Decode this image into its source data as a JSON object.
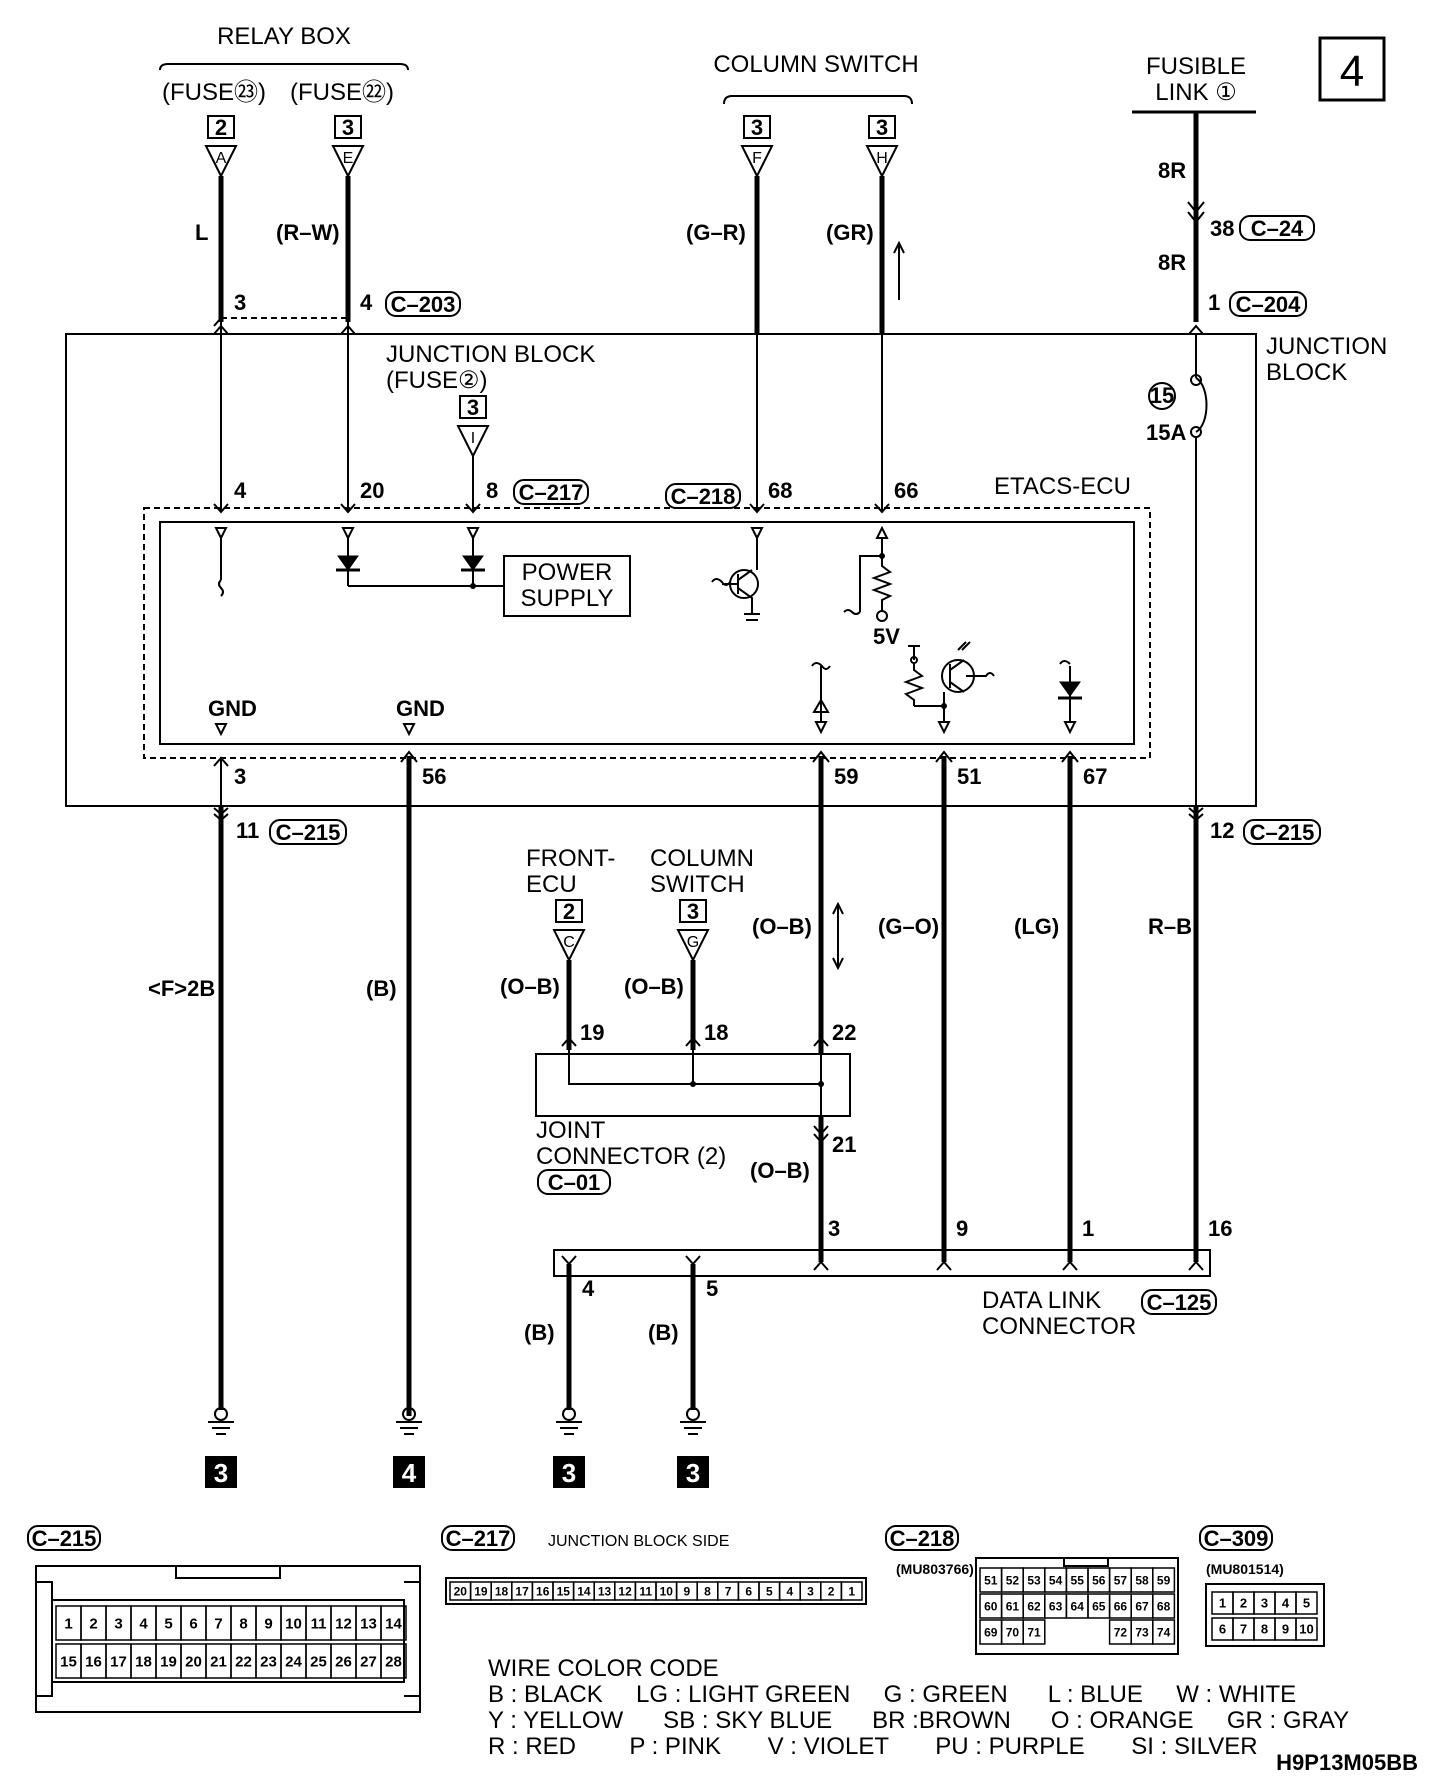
{
  "page": {
    "number": "4",
    "code": "H9P13M05BB"
  },
  "upper": {
    "relay_box": "RELAY BOX",
    "fuse23": "(FUSE㉓)",
    "fuse22": "(FUSE㉒)",
    "column_switch": "COLUMN SWITCH",
    "fusible_link_1": "FUSIBLE",
    "fusible_link_2": "LINK ①"
  },
  "flags": [
    {
      "num": "2",
      "letter": "A"
    },
    {
      "num": "3",
      "letter": "E"
    },
    {
      "num": "3",
      "letter": "F"
    },
    {
      "num": "3",
      "letter": "H"
    },
    {
      "num": "3",
      "letter": "I"
    },
    {
      "num": "2",
      "letter": "C"
    },
    {
      "num": "3",
      "letter": "G"
    }
  ],
  "wire_colors": {
    "l": "L",
    "rw": "(R–W)",
    "gr_fs": "(G–R)",
    "gray": "(GR)",
    "r8a": "8R",
    "r8b": "8R",
    "f2b": "<F>2B",
    "b56": "(B)",
    "ob1": "(O–B)",
    "ob2": "(O–B)",
    "ob3": "(O–B)",
    "go": "(G–O)",
    "lg": "(LG)",
    "rb": "R–B",
    "ob4": "(O–B)",
    "b4": "(B)",
    "b5": "(B)"
  },
  "pins": {
    "p3_c203": "3",
    "p4_c203": "4",
    "p38": "38",
    "p1_c204": "1",
    "p4_217": "4",
    "p20": "20",
    "p8": "8",
    "p68": "68",
    "p66": "66",
    "p3_bot": "3",
    "p56": "56",
    "p59": "59",
    "p51": "51",
    "p67": "67",
    "p11": "11",
    "p12": "12",
    "p19": "19",
    "p18": "18",
    "p22": "22",
    "p21": "21",
    "dl3": "3",
    "dl9": "9",
    "dl1": "1",
    "dl16": "16",
    "dl4": "4",
    "dl5": "5"
  },
  "connectors": {
    "c203": "C–203",
    "c24": "C–24",
    "c204": "C–204",
    "c217": "C–217",
    "c218": "C–218",
    "c215a": "C–215",
    "c215b": "C–215",
    "c01": "C–01",
    "c125": "C–125"
  },
  "junction_block": {
    "label1": "JUNCTION",
    "label2": "BLOCK",
    "inner1": "JUNCTION BLOCK",
    "inner2": "(FUSE②)",
    "fuse_num": "15",
    "fuse_amp": "15A"
  },
  "ecu": {
    "label": "ETACS-ECU",
    "power1": "POWER",
    "power2": "SUPPLY",
    "gnd1": "GND",
    "gnd2": "GND",
    "v5": "5V"
  },
  "lower": {
    "front_ecu1": "FRONT-",
    "front_ecu2": "ECU",
    "col_sw1": "COLUMN",
    "col_sw2": "SWITCH",
    "joint1": "JOINT",
    "joint2": "CONNECTOR (2)",
    "dlc1": "DATA LINK",
    "dlc2": "CONNECTOR"
  },
  "grounds": [
    "3",
    "4",
    "3",
    "3"
  ],
  "legend": {
    "c215_label": "C–215",
    "c215_row1": [
      "1",
      "2",
      "3",
      "4",
      "5",
      "6",
      "7",
      "8",
      "9",
      "10",
      "11",
      "12",
      "13",
      "14"
    ],
    "c215_row2": [
      "15",
      "16",
      "17",
      "18",
      "19",
      "20",
      "21",
      "22",
      "23",
      "24",
      "25",
      "26",
      "27",
      "28"
    ],
    "c217_label": "C–217",
    "c217_side": "JUNCTION BLOCK SIDE",
    "c217_pins": [
      "20",
      "19",
      "18",
      "17",
      "16",
      "15",
      "14",
      "13",
      "12",
      "11",
      "10",
      "9",
      "8",
      "7",
      "6",
      "5",
      "4",
      "3",
      "2",
      "1"
    ],
    "c218_label": "C–218",
    "c218_part": "(MU803766)",
    "c218_row1": [
      "51",
      "52",
      "53",
      "54",
      "55",
      "56",
      "57",
      "58",
      "59"
    ],
    "c218_row2": [
      "60",
      "61",
      "62",
      "63",
      "64",
      "65",
      "66",
      "67",
      "68"
    ],
    "c218_row3": [
      "69",
      "70",
      "71",
      "",
      "",
      "",
      "72",
      "73",
      "74"
    ],
    "c309_label": "C–309",
    "c309_part": "(MU801514)",
    "c309_row1": [
      "1",
      "2",
      "3",
      "4",
      "5"
    ],
    "c309_row2": [
      "6",
      "7",
      "8",
      "9",
      "10"
    ]
  },
  "color_code": {
    "title": "WIRE COLOR CODE",
    "line1": "B : BLACK     LG : LIGHT GREEN     G : GREEN      L : BLUE     W : WHITE",
    "line2": "Y : YELLOW      SB : SKY BLUE      BR :BROWN      O : ORANGE     GR : GRAY",
    "line3": "R : RED        P : PINK       V : VIOLET       PU : PURPLE       SI : SILVER"
  }
}
